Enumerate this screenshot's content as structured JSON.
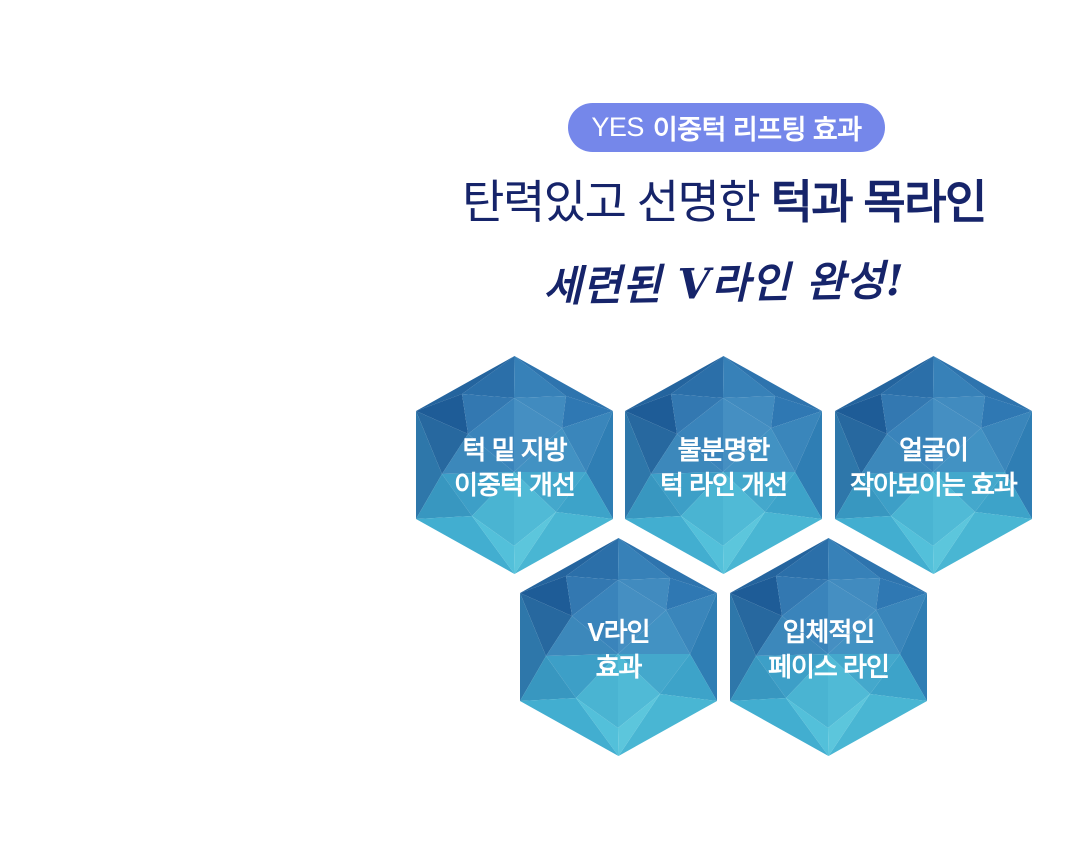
{
  "badge": {
    "prefix": "YES",
    "label": "이중턱 리프팅 효과"
  },
  "heading": {
    "normal": "탄력있고 선명한 ",
    "bold": "턱과 목라인"
  },
  "subtitle": {
    "text": "세련된 V라인 완성!"
  },
  "hexagons": {
    "items": [
      {
        "label": "턱 밑 지방\n이중턱 개선"
      },
      {
        "label": "불분명한\n턱 라인 개선"
      },
      {
        "label": "얼굴이\n작아보이는 효과"
      },
      {
        "label": "V라인\n효과"
      },
      {
        "label": "입체적인\n페이스 라인"
      }
    ]
  },
  "colors": {
    "badge_bg": "#7587ea",
    "badge_text": "#ffffff",
    "navy": "#16246a",
    "hex_label": "#ffffff",
    "hex_dark_blue": "#1e5c97",
    "hex_mid_blue": "#3a84bb",
    "hex_light_teal": "#5cc6dc"
  }
}
